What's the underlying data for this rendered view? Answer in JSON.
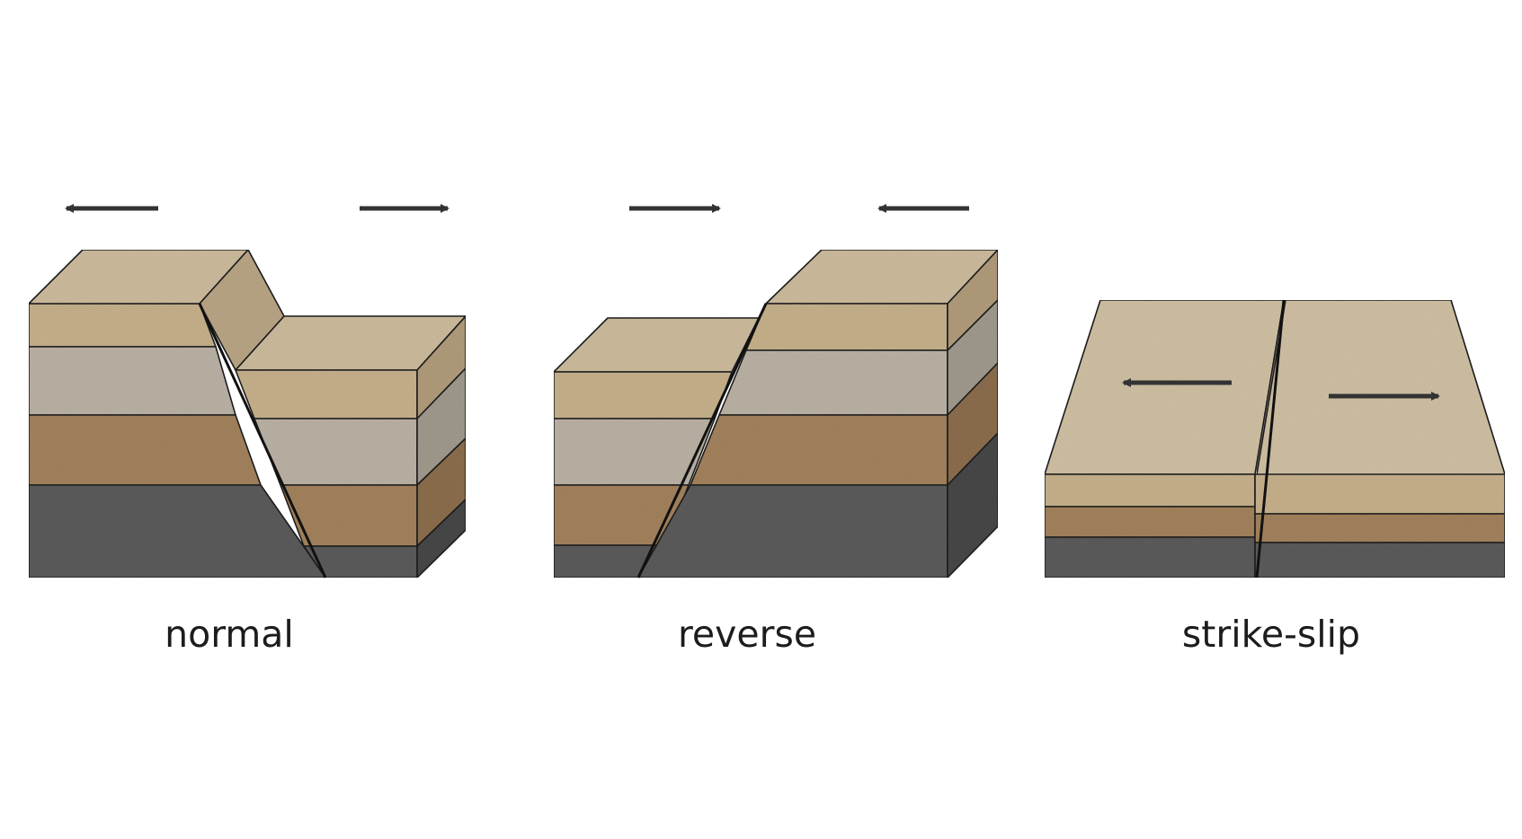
{
  "diagram": {
    "panels": [
      {
        "id": "normal",
        "caption": "normal",
        "top_arrows": [
          "left",
          "right"
        ]
      },
      {
        "id": "reverse",
        "caption": "reverse",
        "top_arrows": [
          "right",
          "left"
        ]
      },
      {
        "id": "strike-slip",
        "caption": "strike-slip",
        "surface_arrows": [
          "left",
          "right"
        ]
      }
    ],
    "colors": {
      "top_sand": "#cfbd9f",
      "sand_front": "#c9b38e",
      "sand_side": "#b39e7d",
      "gray_front": "#bdb4a7",
      "gray_side": "#a39b8f",
      "brown_front": "#a5845f",
      "brown_side": "#8d6f4f",
      "basement_front": "#5d5d5d",
      "basement_side": "#4a4a4a",
      "outline": "#222222",
      "arrow": "#333333"
    }
  }
}
